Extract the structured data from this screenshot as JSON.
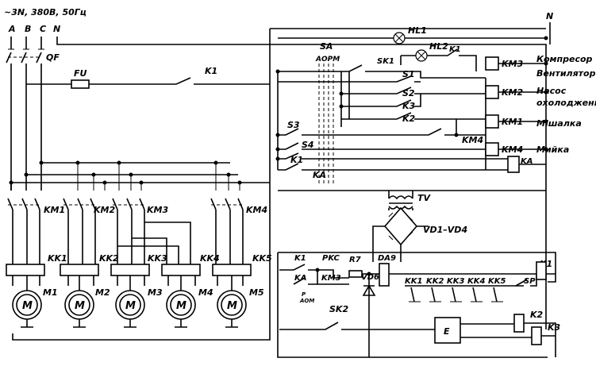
{
  "supply": {
    "label": "~3N, 380В, 50Гц"
  },
  "phases": [
    "A",
    "B",
    "C",
    "N"
  ],
  "top_neutral": "N",
  "breaker": "QF",
  "fuse": "FU",
  "contact_k1_top": "K1",
  "lamps": [
    "HL1",
    "HL2"
  ],
  "sensor_top": "SK1",
  "contact_k1_lamp": "K1",
  "selector": {
    "name": "SA",
    "positions": "АОРМ"
  },
  "switches": {
    "s1": "S1",
    "s2": "S2",
    "k3": "K3",
    "k2": "K2",
    "s3": "S3",
    "s4": "S4",
    "k1": "K1",
    "ka": "KA",
    "km4": "KM4"
  },
  "coils": [
    {
      "name": "KM3",
      "label": "Компресор\nВентилятор"
    },
    {
      "name": "KM2",
      "label": "Насос\nохолодження"
    },
    {
      "name": "KM1",
      "label": "Мішалка"
    },
    {
      "name": "KM4",
      "label": "Мийка"
    },
    {
      "name": "KA",
      "label": ""
    }
  ],
  "transformer": "TV",
  "rectifier": "VD1–VD4",
  "motor_contactors": [
    "KM1",
    "KM2",
    "KM3",
    "KM4"
  ],
  "thermal_relays": [
    "KK1",
    "KK2",
    "KK3",
    "KK4",
    "KK5"
  ],
  "motors": [
    {
      "symbol": "M",
      "name": "M1"
    },
    {
      "symbol": "M",
      "name": "M2"
    },
    {
      "symbol": "M",
      "name": "M3"
    },
    {
      "symbol": "M",
      "name": "M4"
    },
    {
      "symbol": "M",
      "name": "M5"
    }
  ],
  "control": {
    "k1": "K1",
    "ka": "KA",
    "pkc": "PKC",
    "km3": "KM3",
    "r7": "R7",
    "vd6": "VD6",
    "da9": "DA9",
    "selector_small": "Р\nАОМ",
    "sk2": "SK2",
    "e": "E",
    "k1_out": "K1",
    "k2": "K2",
    "k3": "K3",
    "sp": "SP",
    "kk_contacts": [
      "KK1",
      "KK2",
      "KK3",
      "KK4",
      "KK5"
    ]
  }
}
